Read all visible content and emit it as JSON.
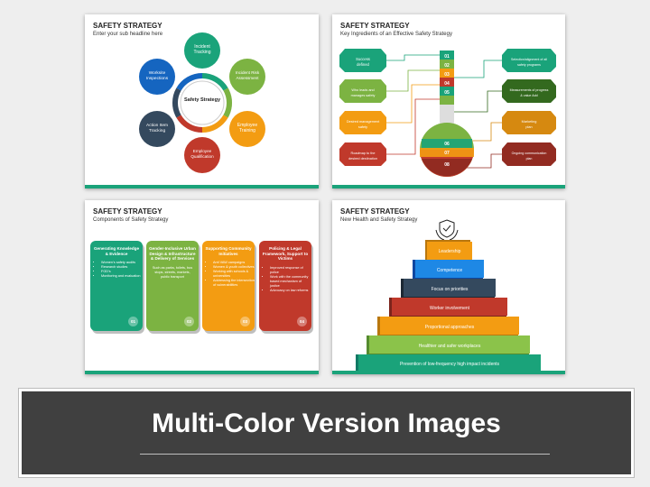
{
  "slides": [
    {
      "title": "SAFETY STRATEGY",
      "subtitle": "Enter your sub headline here",
      "center": "Safety Strategy",
      "items": [
        {
          "label": "Incident Tracking",
          "color": "#1aa37a"
        },
        {
          "label": "Incident Risk Assessment",
          "color": "#7cb342"
        },
        {
          "label": "Employee Training",
          "color": "#f39c12"
        },
        {
          "label": "Employee Qualification",
          "color": "#c0392b"
        },
        {
          "label": "Action Item Tracking",
          "color": "#34495e"
        },
        {
          "label": "Worksite Inspections",
          "color": "#1565c0"
        }
      ]
    },
    {
      "title": "SAFETY STRATEGY",
      "subtitle": "Key Ingredients of an Effective Safety Strategy",
      "left_items": [
        "Success defined",
        "Who leads and manages safety",
        "Desired management safety",
        "Roadmap to the desired destination"
      ],
      "right_items": [
        "Selection/alignment of all safety programs",
        "Measurements of progress & value Add",
        "Marketing plan",
        "Ongoing communication plan"
      ],
      "numbers": [
        "01",
        "02",
        "03",
        "04",
        "05",
        "06",
        "07",
        "08"
      ]
    },
    {
      "title": "SAFETY STRATEGY",
      "subtitle": "Components of Safety Strategy",
      "cards": [
        {
          "heading": "Generating Knowledge & Evidence",
          "bullets": [
            "Women's safety audits",
            "Research studies",
            "FGD's",
            "Monitoring and evaluation"
          ],
          "text": "",
          "num": "01",
          "color": "#1aa37a"
        },
        {
          "heading": "Gender-Inclusive Urban Design & Infrastructure & Delivery of Services",
          "bullets": [],
          "text": "Such as parks, toilets, bus stops, streets, markets, public transport",
          "num": "02",
          "color": "#7cb342"
        },
        {
          "heading": "Supporting Community Initiatives",
          "bullets": [
            "Anti VAW campaigns",
            "Women & youth collectives",
            "Working with schools & universities",
            "Addressing the intersection of vulnerabilities"
          ],
          "text": "",
          "num": "03",
          "color": "#f39c12"
        },
        {
          "heading": "Policing & Legal Framework, Support to Victims",
          "bullets": [
            "Improved response of police",
            "Work with the community based mechanism of justice",
            "Advocacy on law reforms"
          ],
          "text": "",
          "num": "04",
          "color": "#c0392b"
        }
      ]
    },
    {
      "title": "SAFETY STRATEGY",
      "subtitle": "New Health and Safety Strategy",
      "levels": [
        {
          "label": "Leadership",
          "color": "#f39c12"
        },
        {
          "label": "Competence",
          "color": "#1e88e5"
        },
        {
          "label": "Focus on priorities",
          "color": "#34495e"
        },
        {
          "label": "Worker involvement",
          "color": "#c0392b"
        },
        {
          "label": "Proportional approaches",
          "color": "#f39c12"
        },
        {
          "label": "Healthier and safer workplaces",
          "color": "#8bc34a"
        },
        {
          "label": "Prevention of low-frequency high impact incidents",
          "color": "#1aa37a"
        }
      ]
    }
  ],
  "banner": {
    "title": "Multi-Color Version Images"
  }
}
